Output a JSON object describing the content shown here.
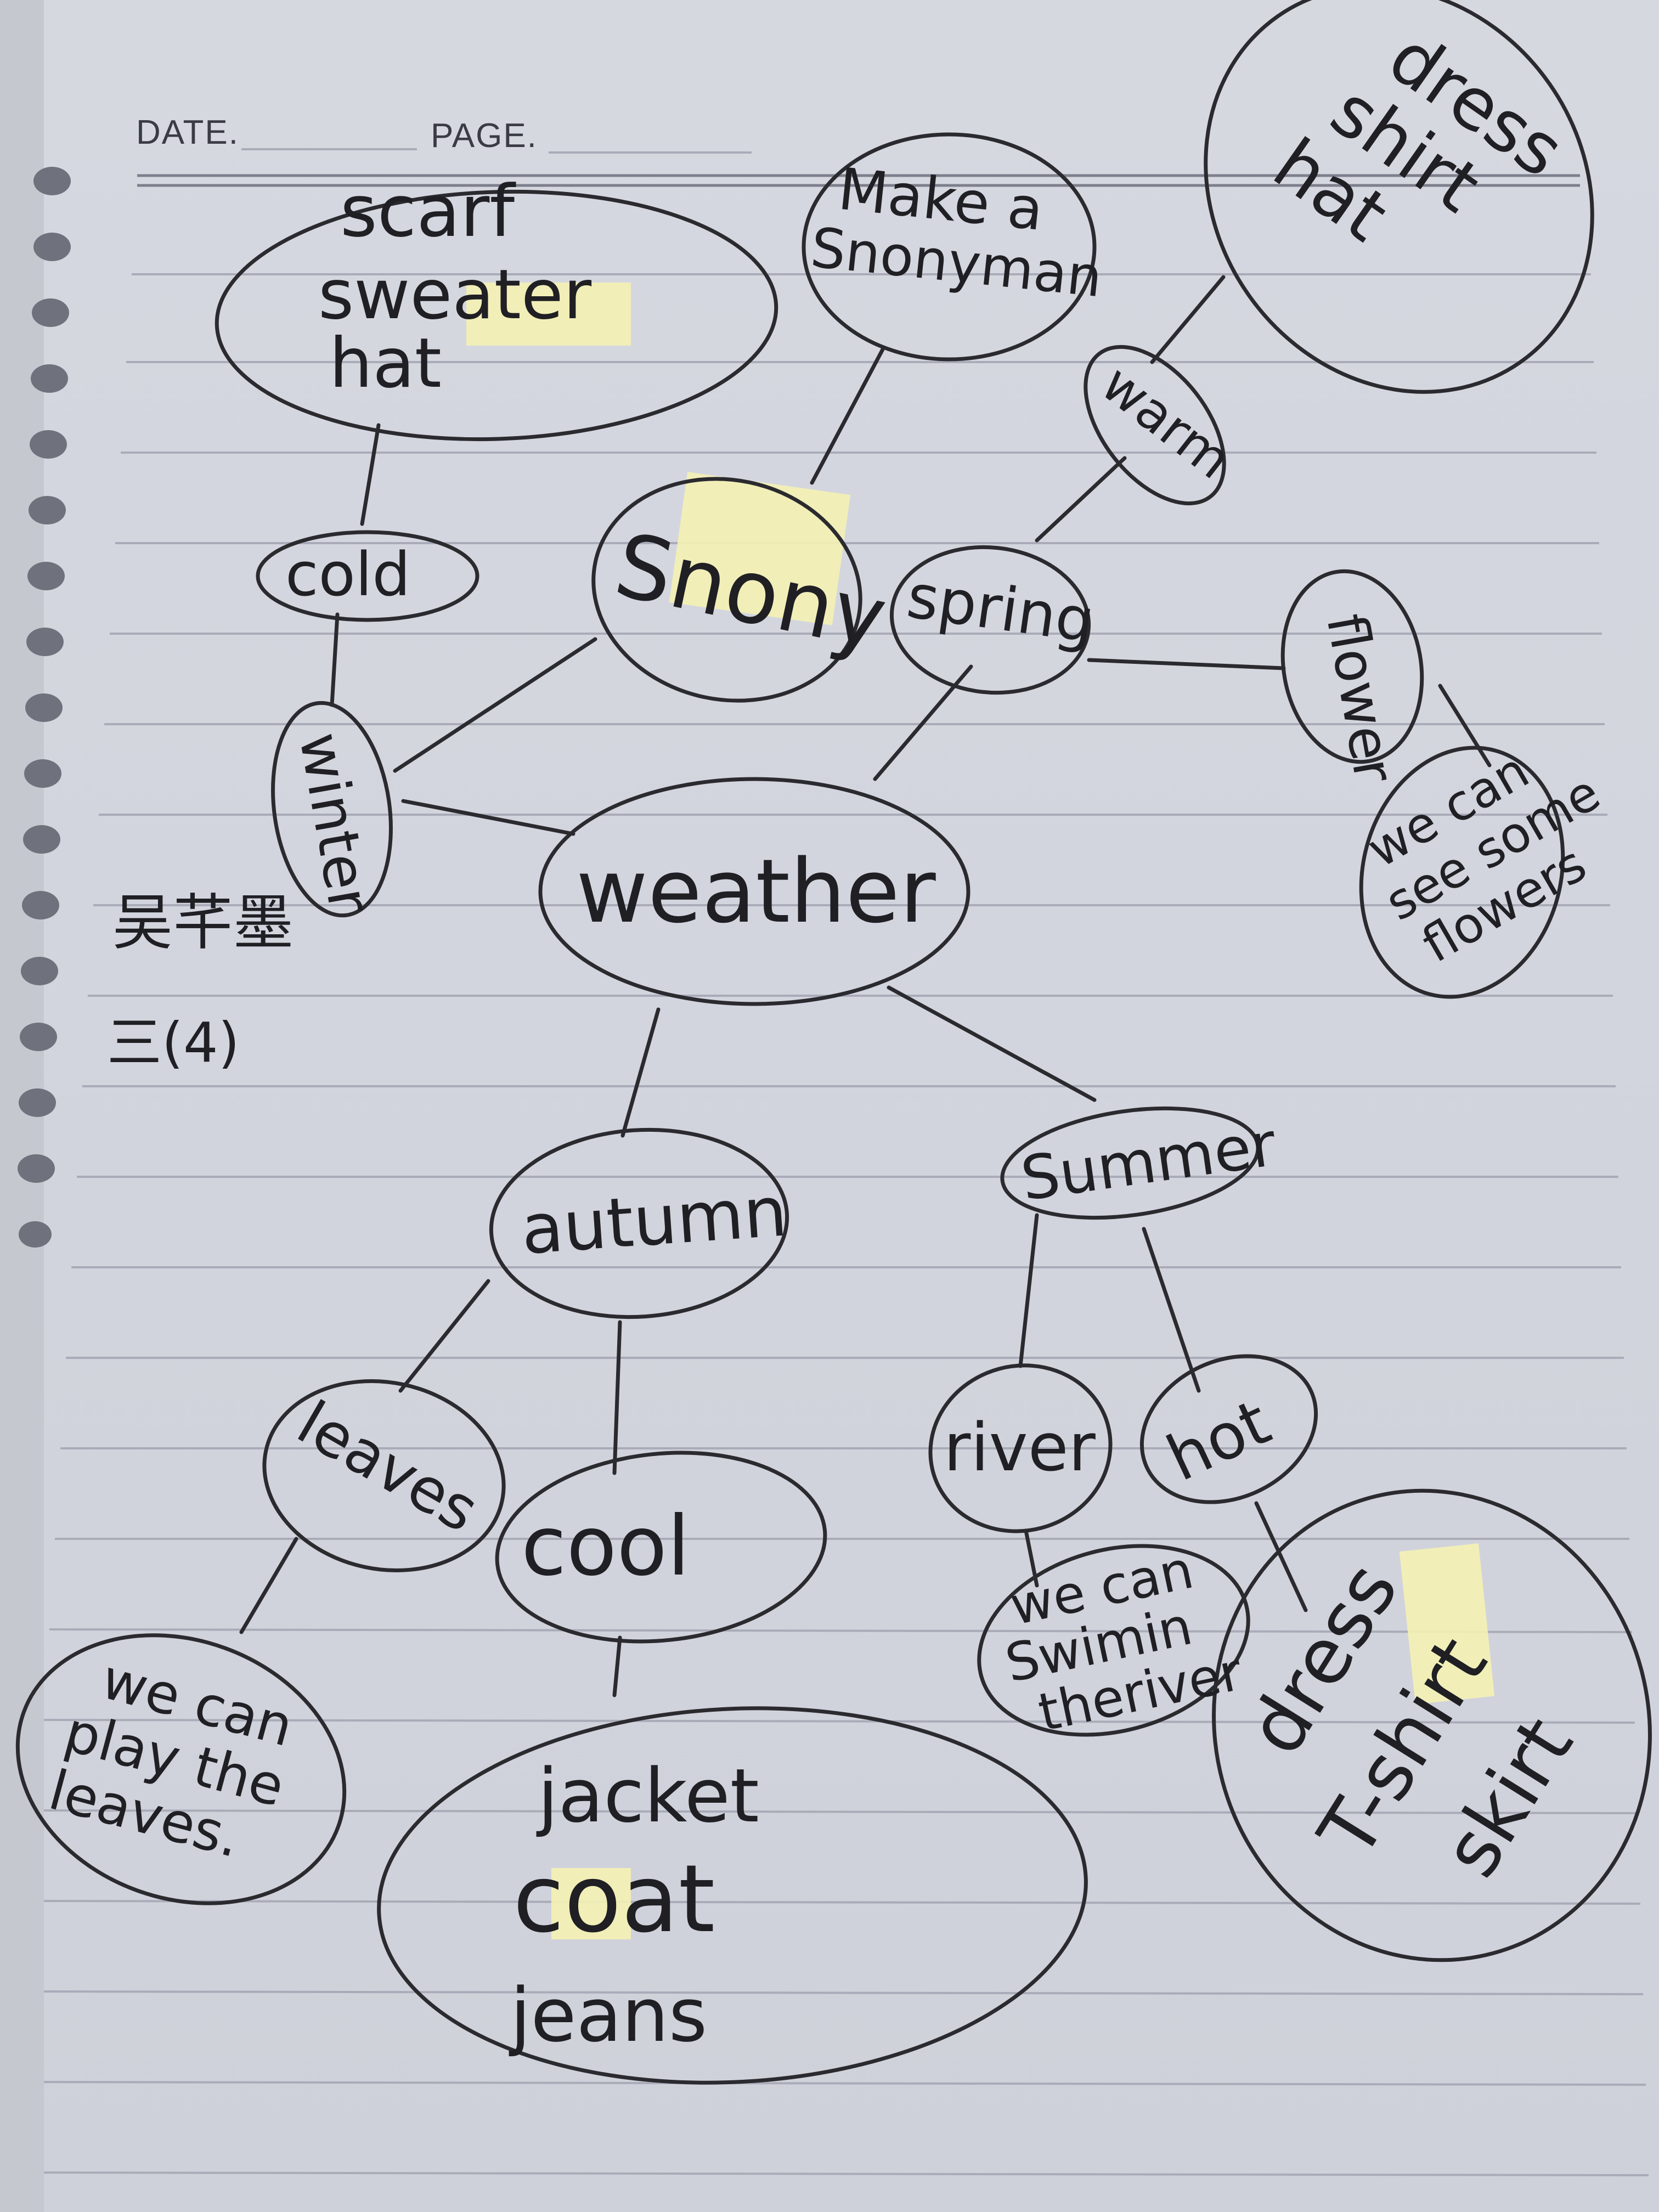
{
  "header": {
    "date_label": "DATE.",
    "page_label": "PAGE."
  },
  "student": {
    "name": "吴芊墨",
    "class": "三(4)"
  },
  "colors": {
    "paper": "#d4d6df",
    "ink": "#2a2a2f",
    "highlighter": "#f3f0b4",
    "ruled_line": "#a9acb8"
  },
  "nodes": {
    "center": "weather",
    "winter": "winter",
    "cold": "cold",
    "winter_clothes": [
      "scarf",
      "sweater",
      "hat"
    ],
    "snowy": "Snony",
    "snowman": [
      "Make a",
      "Snonyman"
    ],
    "spring": "spring",
    "warm": "warm",
    "spring_clothes": [
      "dress",
      "shirt",
      "hat"
    ],
    "flower": "flower",
    "flowers_note": [
      "we can",
      "see some",
      "flowers"
    ],
    "autumn": "autumn",
    "leaves": "leaves",
    "leaves_note": [
      "we can",
      "play the",
      "leaves."
    ],
    "cool": "cool",
    "autumn_clothes": [
      "jacket",
      "coat",
      "jeans"
    ],
    "summer": "Summer",
    "river": "river",
    "river_note": [
      "we can",
      "Swimin",
      "theriver"
    ],
    "hot": "hot",
    "summer_clothes": [
      "dress",
      "T-shirt",
      "skirt"
    ]
  }
}
